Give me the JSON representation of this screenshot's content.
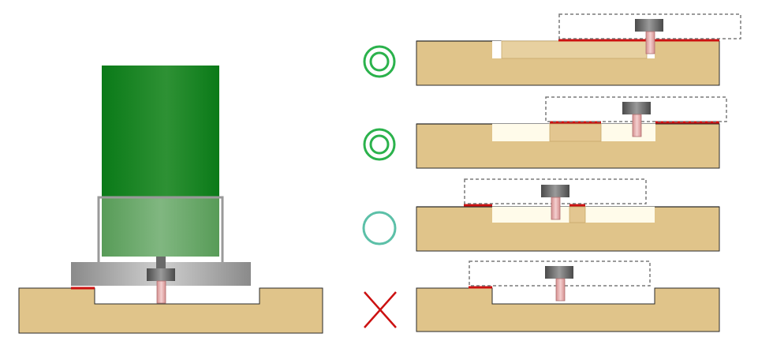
{
  "colors": {
    "wood": "#e0c48a",
    "wood_shadow": "#c9a86a",
    "cut_recess": "#fffbea",
    "router_body_top": "#0f7a1e",
    "router_body_mid": "#3a9a48",
    "router_base_glass": "#5aa05a",
    "router_frame": "#9a9a9a",
    "bit_holder": "#6f6f6f",
    "bit_shank": "#e3a9a9",
    "contact_edge": "#cc1111",
    "good_symbol": "#2bb24c",
    "ok_symbol": "#5cc0a8",
    "bad_symbol": "#cc1111",
    "guide_box": "#7a7a7a"
  },
  "rows": [
    {
      "rating": "excellent",
      "symbol": "double-circle-icon"
    },
    {
      "rating": "excellent",
      "symbol": "double-circle-icon"
    },
    {
      "rating": "fair",
      "symbol": "circle-icon"
    },
    {
      "rating": "bad",
      "symbol": "cross-icon"
    }
  ]
}
